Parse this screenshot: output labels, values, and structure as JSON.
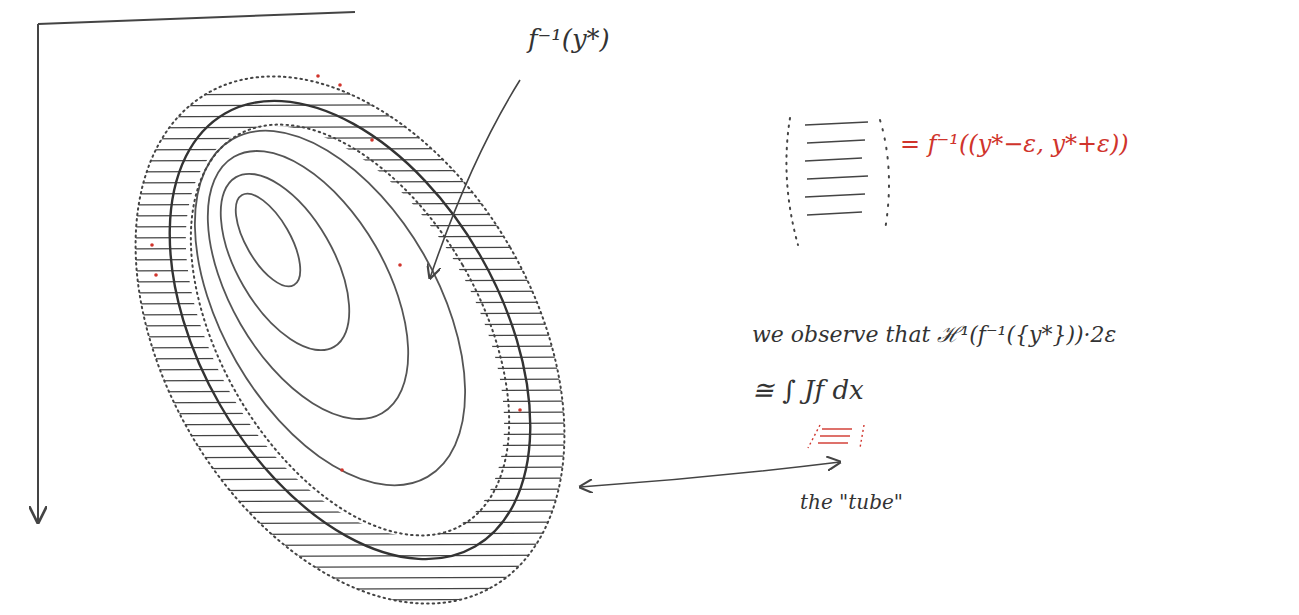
{
  "diagram": {
    "labels": [
      "f⁻¹(y*)",
      "= f⁻¹((y*−ε, y*+ε))",
      "we observe that ℋ¹(f⁻¹({y*}))·2ε",
      "≅ ∫ Jf dx",
      "the \"tube\""
    ]
  }
}
